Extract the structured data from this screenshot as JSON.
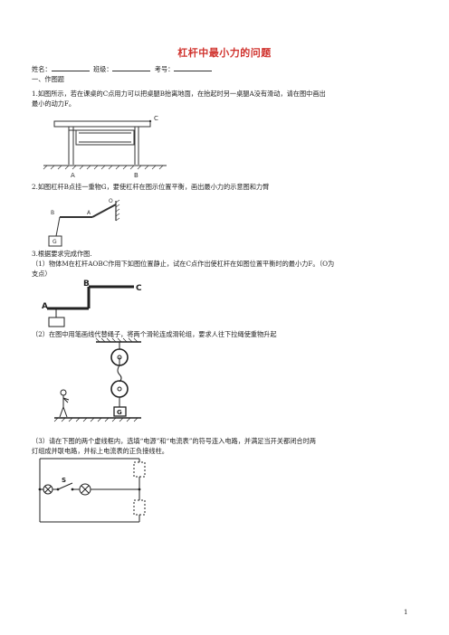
{
  "title": "杠杆中最小力的问题",
  "info": {
    "name_label": "姓名：",
    "class_label": "班级：",
    "exam_label": "考号："
  },
  "section1": "一、作图题",
  "q1": {
    "line1": "1.如图所示，若在课桌的C点用力可以把桌腿B抬离地面，在抬起时另一桌腿A没有滑动，请在图中画出",
    "line2": "最小的动力F。",
    "labels": [
      "A",
      "B",
      "C"
    ]
  },
  "q2": {
    "line1": "2.如图杠杆B点挂一重物G，要使杠杆在图示位置平衡，画出最小力的示意图和力臂",
    "labels": [
      "B",
      "A",
      "O",
      "G"
    ]
  },
  "q3": {
    "line1": "3.根据要求完成作图.",
    "sub1_line1": "（1）物体M在杠杆AOBC作用下如图位置静止，试在C点作出使杠杆在如图位置平衡时的最小力F。（O为",
    "sub1_line2": "支点）",
    "sub1_labels": [
      "A",
      "B",
      "C"
    ],
    "sub2_line1": "（2）在图中用笔画线代替绳子，将两个滑轮连成滑轮组，要求人往下拉绳使重物升起",
    "sub2_labels": [
      "G"
    ],
    "sub3_line1": "（3）请在下图的两个虚线框内，选填“电源”和“电流表”的符号连入电路，并满足当开关都闭合时两",
    "sub3_line2": "灯组成并联电路，并标上电流表的正负接线柱。",
    "sub3_labels": [
      "S"
    ]
  },
  "page_number": "1"
}
